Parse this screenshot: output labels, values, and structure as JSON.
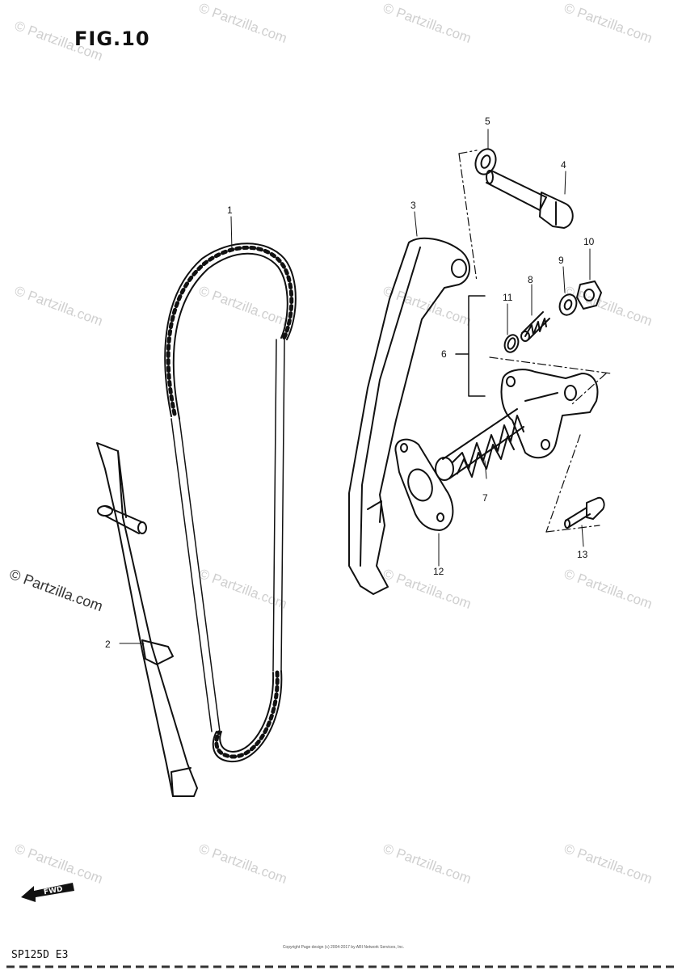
{
  "figure": {
    "title": "FIG.10",
    "model_code": "SP125D E3"
  },
  "watermark": {
    "text": "© Partzilla.com"
  },
  "callouts": [
    "1",
    "2",
    "3",
    "4",
    "5",
    "6",
    "7",
    "8",
    "9",
    "10",
    "11",
    "12",
    "13"
  ],
  "fwd_arrow": {
    "label": "FWD"
  },
  "copyright": {
    "text": "Copyright Page design (c) 2004-2017 by ARI Network Services, Inc."
  }
}
